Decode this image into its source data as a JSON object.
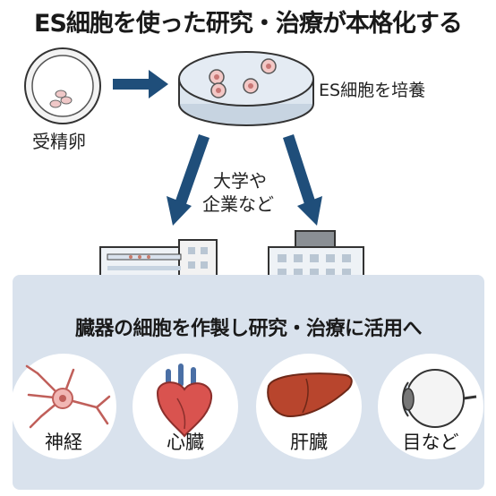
{
  "title": "ES細胞を使った研究・治療が本格化する",
  "labels": {
    "fertilized_egg": "受精卵",
    "culture": "ES細胞を培養",
    "institutions_line1": "大学や",
    "institutions_line2": "企業など"
  },
  "panel": {
    "title": "臓器の細胞を作製し研究・治療に活用へ",
    "organs": [
      "神経",
      "心臓",
      "肝臓",
      "目など"
    ]
  },
  "colors": {
    "arrow": "#1f4e7a",
    "panel_bg": "#d9e2ed",
    "dish": "#dde6ef",
    "cell": "#e8a9a6",
    "heart": "#d9534f",
    "liver": "#b8452d"
  },
  "icons": [
    "fertilized-egg-icon",
    "petri-dish-icon",
    "university-building-icon",
    "company-building-icon",
    "neuron-icon",
    "heart-icon",
    "liver-icon",
    "eye-icon"
  ]
}
